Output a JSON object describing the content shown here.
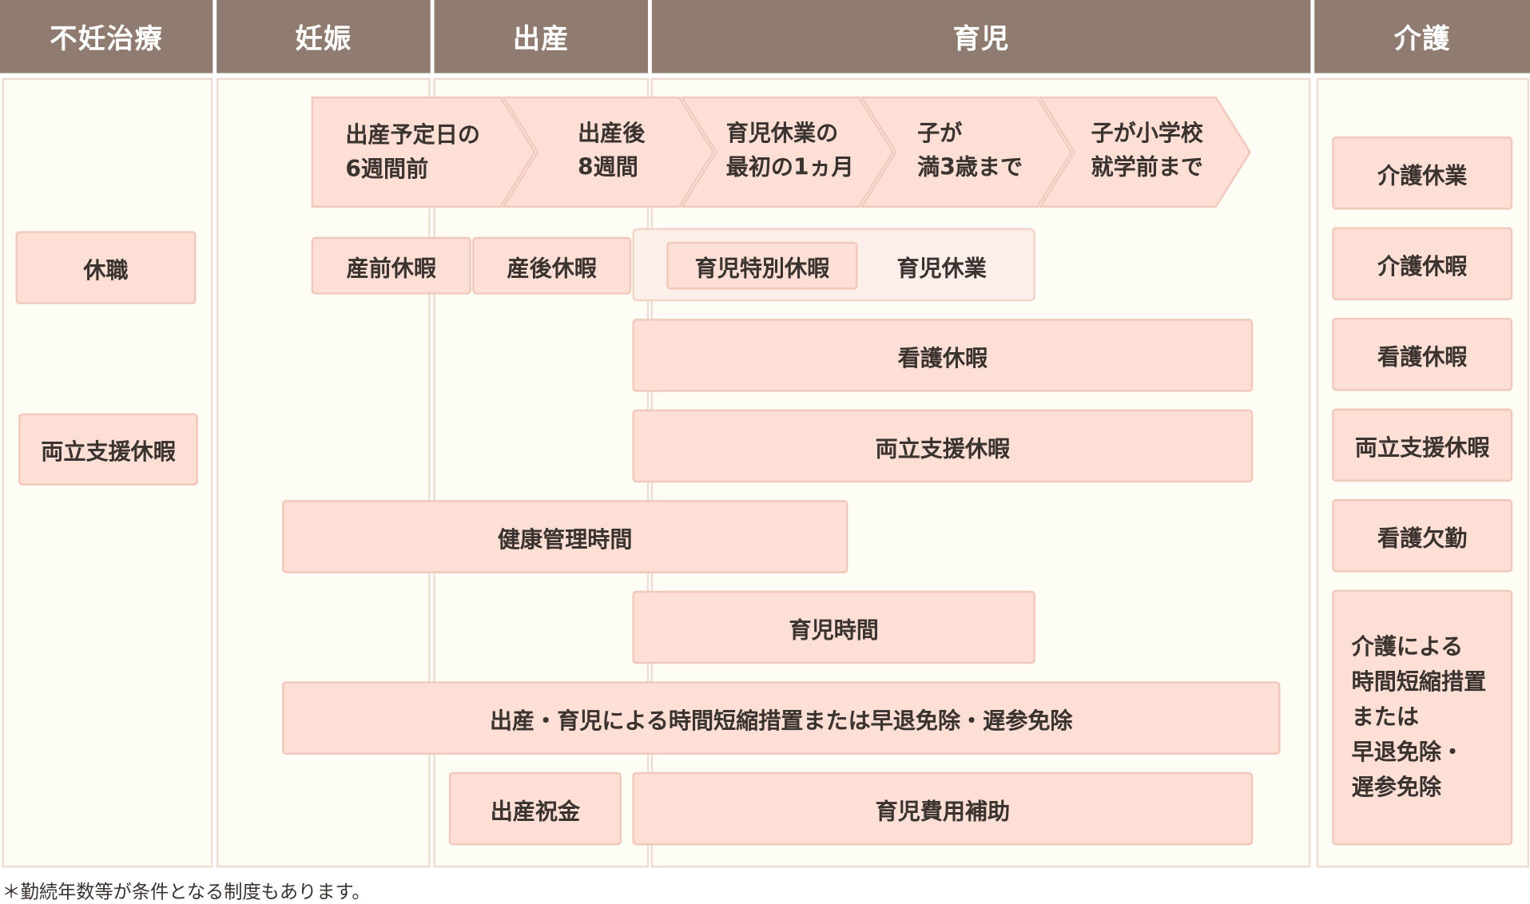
{
  "headers": {
    "infertility": "不妊治療",
    "pregnancy": "妊娠",
    "childbirth": "出産",
    "childcare": "育児",
    "nursing": "介護"
  },
  "stages": [
    {
      "line1": "出産予定日の",
      "line2": "6週間前"
    },
    {
      "line1": "出産後",
      "line2": "8週間"
    },
    {
      "line1": "育児休業の",
      "line2": "最初の1ヵ月"
    },
    {
      "line1": "子が",
      "line2": "満3歳まで"
    },
    {
      "line1": "子が小学校",
      "line2": "就学前まで"
    }
  ],
  "boxes": {
    "leave_of_absence": "休職",
    "support_leave_infertility": "両立支援休暇",
    "prenatal_leave": "産前休暇",
    "postnatal_leave": "産後休暇",
    "childcare_special_leave": "育児特別休暇",
    "childcare_leave": "育児休業",
    "nursing_care_leave_child": "看護休暇",
    "support_leave_child": "両立支援休暇",
    "health_management_time": "健康管理時間",
    "childcare_time": "育児時間",
    "shortened_hours_childcare": "出産・育児による時間短縮措置または早退免除・遅参免除",
    "birth_gift": "出産祝金",
    "childcare_cost_subsidy": "育児費用補助"
  },
  "nursing": {
    "care_leave_long": "介護休業",
    "care_leave": "介護休暇",
    "sick_care_leave": "看護休暇",
    "support_leave": "両立支援休暇",
    "sick_care_absence": "看護欠勤",
    "shortened_lines": [
      "介護による",
      "時間短縮措置",
      "または",
      "早退免除・",
      "遅参免除"
    ]
  },
  "footnote": "＊勤続年数等が条件となる制度もあります。",
  "colors": {
    "header_bg": "#8f7b70",
    "column_bg": "#fefdf5",
    "box_fill": "#fddfd5",
    "box_border": "#f1c8bb",
    "text": "#3a3330"
  }
}
